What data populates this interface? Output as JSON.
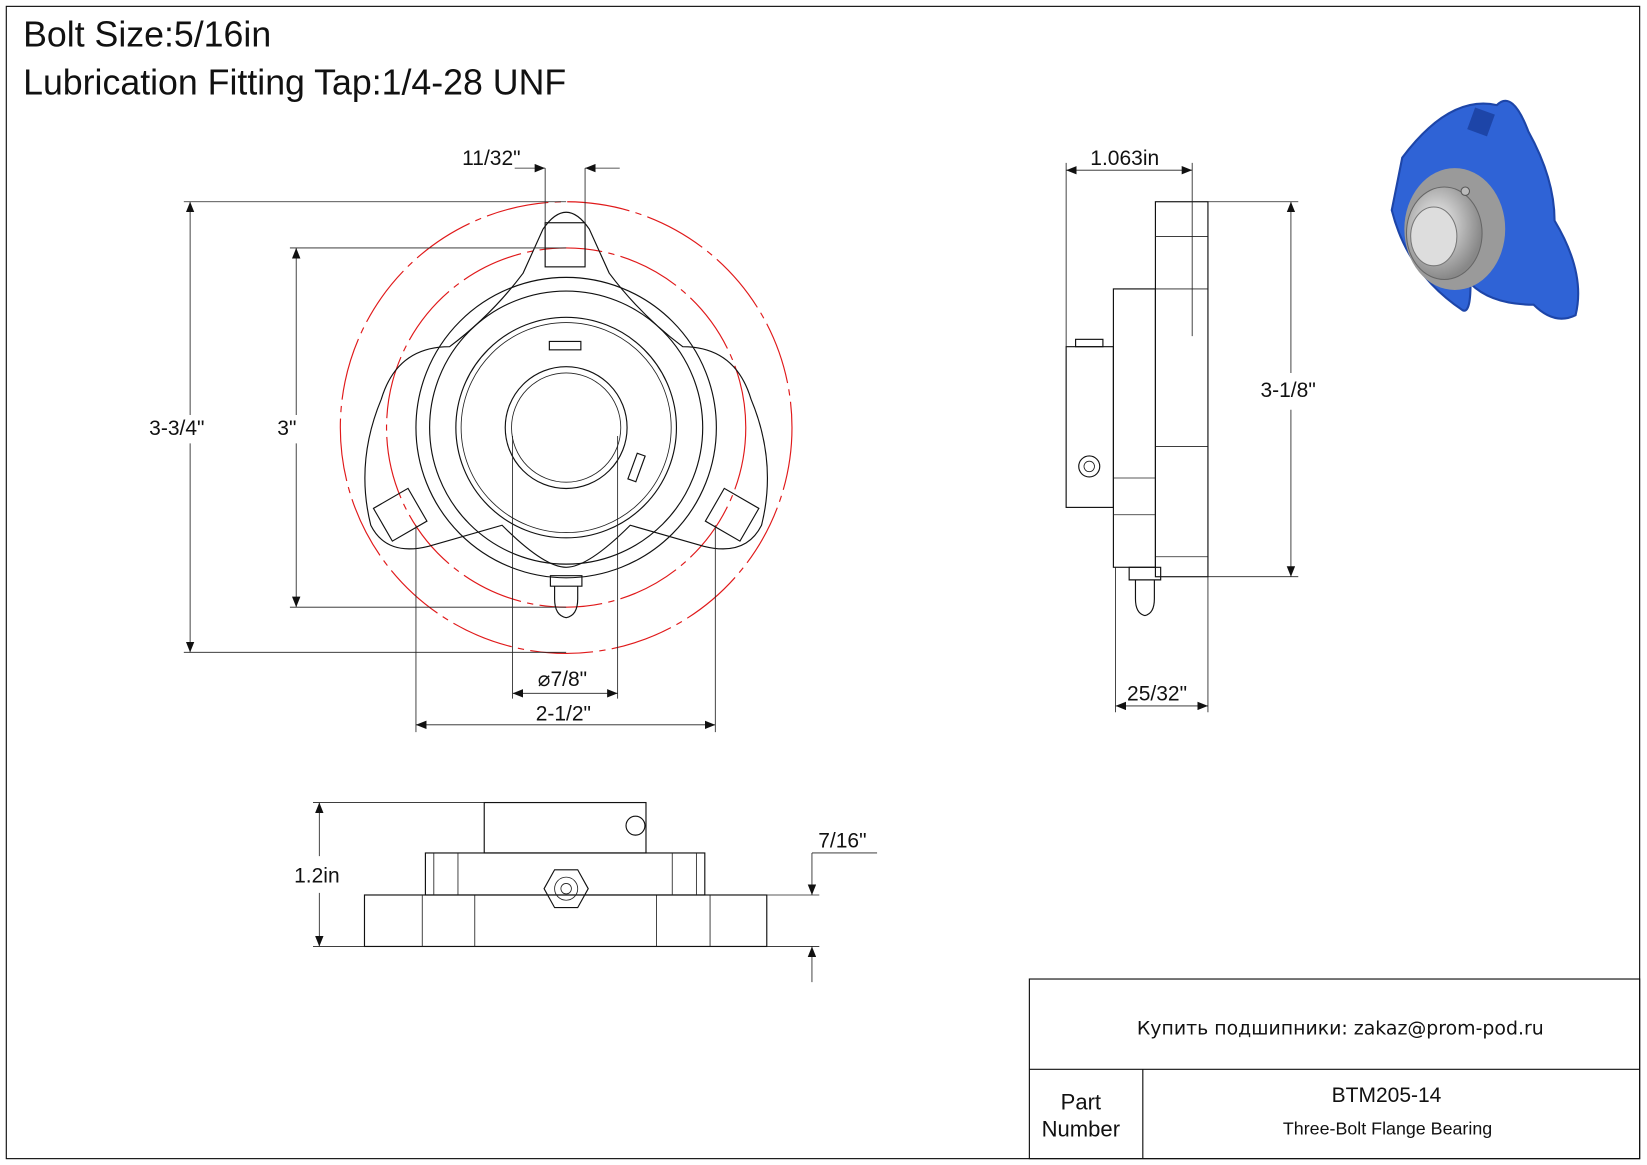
{
  "header": {
    "line1": "Bolt Size:5/16in",
    "line2": "Lubrication Fitting Tap:1/4-28 UNF"
  },
  "front_view": {
    "bolt_hole": "11/32\"",
    "bolt_circle": "3-3/4\"",
    "inner_circle": "3\"",
    "bore": "7/8\"",
    "width": "2-1/2\""
  },
  "side_view": {
    "depth": "1.063in",
    "height": "3-1/8\"",
    "thickness": "25/32\""
  },
  "bottom_view": {
    "height": "1.2in",
    "flange": "7/16\""
  },
  "title_block": {
    "purchase": "Купить подшипники: zakaz@prom-pod.ru",
    "part_label_1": "Part",
    "part_label_2": "Number",
    "part_number": "BTM205-14",
    "description": "Three-Bolt Flange Bearing"
  },
  "colors": {
    "construction": "#e0191a",
    "housing": "#2f63d6"
  }
}
